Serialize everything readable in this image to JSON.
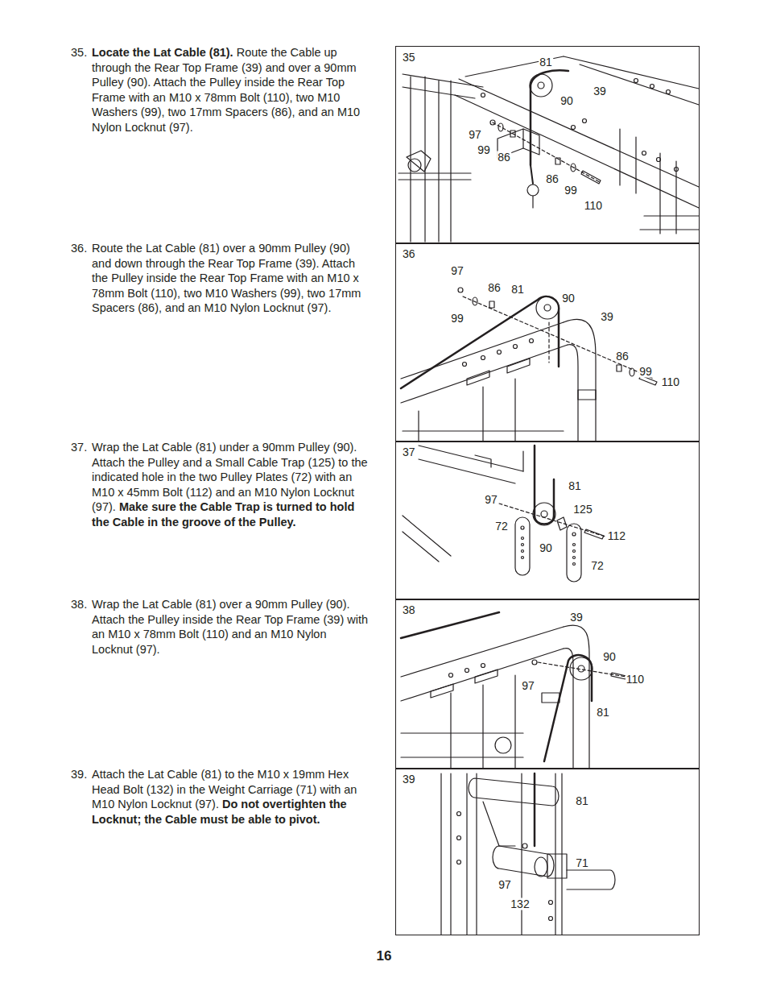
{
  "diagram": {
    "nodes": [
      {
        "text": [
          "35"
        ]
      },
      {
        "text": [
          "36"
        ]
      },
      {
        "text": [
          "37"
        ]
      },
      {
        "text": [
          "38"
        ]
      },
      {
        "text": [
          "39"
        ]
      }
    ],
    "labels": [
      "35.",
      "Locate the Lat Cable (81).",
      "Route the Cable up through the Rear Top Frame (39) and over a 90mm Pulley (90). Attach the Pulley inside the Rear Top Frame with an M10 x 78mm Bolt (110), two M10 Washers (99), two 17mm Spacers (86), and an M10 Nylon Locknut (97).",
      "36.",
      "Route the Lat Cable (81) over a 90mm Pulley (90) and down through the Rear Top Frame (39). Attach the Pulley inside the Rear Top Frame with an M10 x 78mm Bolt (110), two M10 Washers (99), two 17mm Spacers (86), and an M10 Nylon Locknut (97).",
      "37.",
      "Wrap the Lat Cable (81) under a 90mm Pulley (90). Attach the Pulley and a Small Cable Trap (125) to the indicated hole in the two Pulley Plates (72) with an M10 x 45mm Bolt (112) and an M10 Nylon Locknut (97).",
      "Make sure the Cable Trap is turned to hold the Cable in the groove of the Pulley.",
      "38.",
      "Wrap the Lat Cable (81) over a 90mm Pulley (90). Attach the Pulley inside the Rear Top Frame (39) with an M10 x 78mm Bolt (110) and an M10 Nylon Locknut (97).",
      "39.",
      "Attach the Lat Cable (81) to the M10 x 19mm Hex Head Bolt (132) in the Weight Carriage (71) with an M10 Nylon Locknut (97).",
      "Do not overtighten the Locknut; the Cable must be able to pivot.",
      "16",
      "81",
      "90",
      "39",
      "97",
      "99",
      "86",
      "86",
      "99",
      "110",
      "97",
      "86",
      "81",
      "90",
      "99",
      "39",
      "86",
      "99",
      "110",
      "81",
      "97",
      "125",
      "72",
      "112",
      "90",
      "72",
      "39",
      "90",
      "110",
      "97",
      "81",
      "81",
      "71",
      "97",
      "132"
    ]
  }
}
